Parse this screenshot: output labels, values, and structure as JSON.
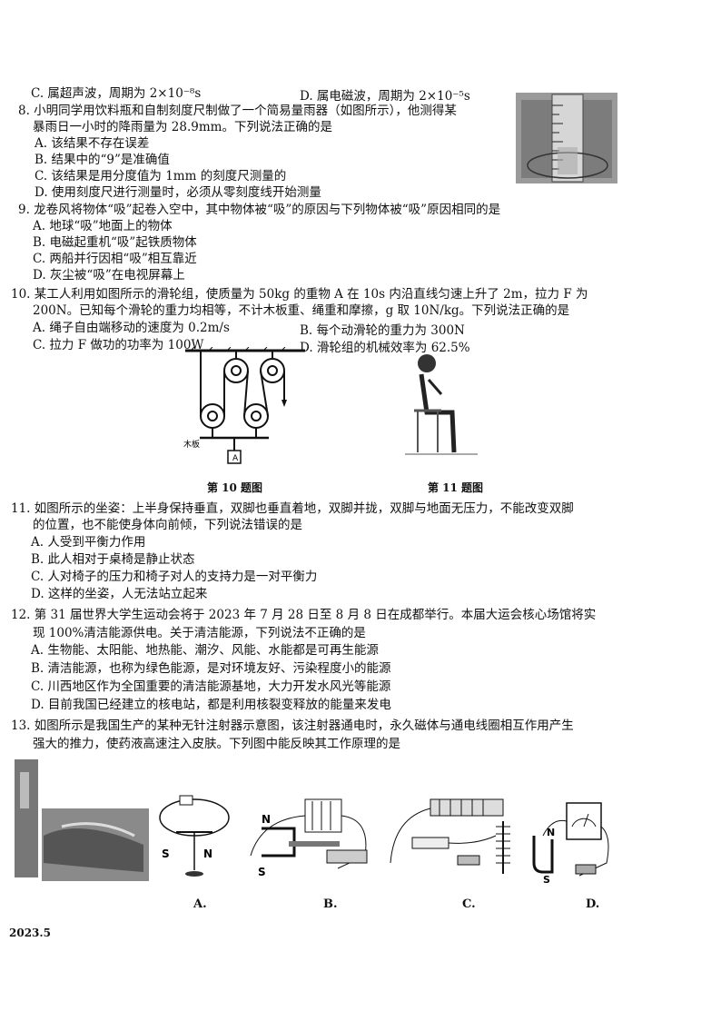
{
  "q7": {
    "c": "C. 属超声波，周期为 2×10⁻⁸s",
    "d": "D. 属电磁波，周期为 2×10⁻⁵s"
  },
  "q8": {
    "stem1": "8. 小明同学用饮料瓶和自制刻度尺制做了一个简易量雨器（如图所示），他测得某",
    "stem2": "暴雨日一小时的降雨量为 28.9mm。下列说法正确的是",
    "a": "A. 该结果不存在误差",
    "b": "B. 结果中的“9”是准确值",
    "c": "C. 该结果是用分度值为 1mm 的刻度尺测量的",
    "d": "D. 使用刻度尺进行测量时，必须从零刻度线开始测量"
  },
  "q9": {
    "stem": "9. 龙卷风将物体“吸”起卷入空中，其中物体被“吸”的原因与下列物体被“吸”原因相同的是",
    "a": "A. 地球“吸”地面上的物体",
    "b": "B. 电磁起重机“吸”起铁质物体",
    "c": "C. 两船并行因相“吸”相互靠近",
    "d": "D. 灰尘被“吸”在电视屏幕上"
  },
  "q10": {
    "stem1": "10. 某工人利用如图所示的滑轮组，使质量为 50kg 的重物 A 在 10s 内沿直线匀速上升了 2m，拉力 F 为",
    "stem2": "200N。已知每个滑轮的重力均相等，不计木板重、绳重和摩擦，g 取 10N/kg。下列说法正确的是",
    "a": "A. 绳子自由端移动的速度为 0.2m/s",
    "b": "B. 每个动滑轮的重力为 300N",
    "c": "C. 拉力 F 做功的功率为 100W",
    "d": "D. 滑轮组的机械效率为 62.5%"
  },
  "fig10": {
    "caption": "第 10 题图",
    "weight_label": "A",
    "board_label": "木板"
  },
  "fig11": {
    "caption": "第 11 题图"
  },
  "q11": {
    "stem1": "11. 如图所示的坐姿：上半身保持垂直，双脚也垂直着地，双脚并拢，双脚与地面无压力，不能改变双脚",
    "stem2": "的位置，也不能使身体向前倾，下列说法错误的是",
    "a": "A. 人受到平衡力作用",
    "b": "B. 此人相对于桌椅是静止状态",
    "c": "C. 人对椅子的压力和椅子对人的支持力是一对平衡力",
    "d": "D. 这样的坐姿，人无法站立起来"
  },
  "q12": {
    "stem1": "12. 第 31 届世界大学生运动会将于 2023 年 7 月 28 日至 8 月 8 日在成都举行。本届大运会核心场馆将实",
    "stem2": "现 100%清洁能源供电。关于清洁能源，下列说法不正确的是",
    "a": "A. 生物能、太阳能、地热能、潮汐、风能、水能都是可再生能源",
    "b": "B. 清洁能源，也称为绿色能源，是对环境友好、污染程度小的能源",
    "c": "C. 川西地区作为全国重要的清洁能源基地，大力开发水风光等能源",
    "d": "D. 目前我国已经建立的核电站，都是利用核裂变释放的能量来发电"
  },
  "q13": {
    "stem1": "13. 如图所示是我国生产的某种无针注射器示意图，该注射器通电时，永久磁体与通电线圈相互作用产生",
    "stem2": "强大的推力，使药液高速注入皮肤。下列图中能反映其工作原理的是"
  },
  "diagrams": {
    "a_label": "A.",
    "b_label": "B.",
    "c_label": "C.",
    "d_label": "D.",
    "a_left_pole": "S",
    "a_right_pole": "N",
    "b_top_pole": "N",
    "b_bottom_pole": "S",
    "d_top_pole": "N",
    "d_bottom_pole": "S"
  },
  "footer": {
    "date": "2023.5"
  }
}
